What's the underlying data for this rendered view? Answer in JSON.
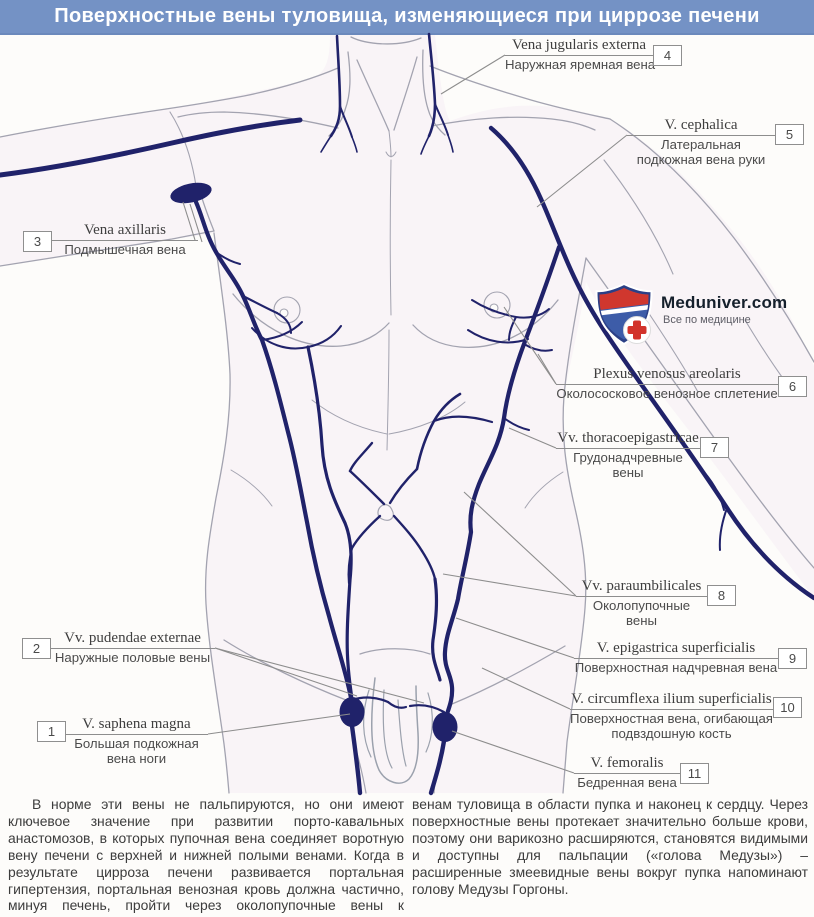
{
  "title": "Поверхностные вены туловища, изменяющиеся при циррозе печени",
  "logo": {
    "name": "Meduniver.com",
    "tagline": "Все по медицине"
  },
  "labels": [
    {
      "num": "1",
      "latin": "V. saphena magna",
      "russian": "Большая подкожная вена ноги"
    },
    {
      "num": "2",
      "latin": "Vv. pudendae externae",
      "russian": "Наружные половые вены"
    },
    {
      "num": "3",
      "latin": "Vena axillaris",
      "russian": "Подмышечная вена"
    },
    {
      "num": "4",
      "latin": "Vena jugularis externa",
      "russian": "Наружная яремная вена"
    },
    {
      "num": "5",
      "latin": "V. cephalica",
      "russian": "Латеральная подкожная вена руки"
    },
    {
      "num": "6",
      "latin": "Plexus venosus areolaris",
      "russian": "Околососковое венозное сплетение"
    },
    {
      "num": "7",
      "latin": "Vv. thoracoepigastricae",
      "russian": "Грудонадчревные вены"
    },
    {
      "num": "8",
      "latin": "Vv. paraumbilicales",
      "russian": "Околопупочные вены"
    },
    {
      "num": "9",
      "latin": "V. epigastrica superficialis",
      "russian": "Поверхностная надчревная вена"
    },
    {
      "num": "10",
      "latin": "V. circumflexa ilium superficialis",
      "russian": "Поверхностная вена, огибающая подвздошную кость"
    },
    {
      "num": "11",
      "latin": "V. femoralis",
      "russian": "Бедренная вена"
    }
  ],
  "paragraphs": {
    "left": "В норме эти вены не пальпируются, но они имеют ключевое значение при развитии порто-кавальных анастомозов, в которых пупочная вена соединяет воротную вену печени с верхней и нижней полыми венами. Когда в результате цирроза печени развивается портальная гипертензия, портальная венозная кровь должна частично, минуя печень, пройти через околопупочные вены к поверхностным",
    "right": "венам туловища в области пупка и наконец к сердцу. Через поверхностные вены протекает значительно больше крови, поэтому они варикозно расширяются, становятся видимыми и доступны для пальпации («голова Медузы») – расширенные змеевидные вены вокруг пупка напоминают голову Медузы Горгоны."
  },
  "colors": {
    "title_bg": "#7492c5",
    "vein": "#20226a",
    "outline": "#a3a3b0",
    "leader": "#8d8d8d",
    "logo_red": "#d2332b",
    "logo_blue": "#3d5ca8",
    "body_text": "#3c3c3c"
  }
}
